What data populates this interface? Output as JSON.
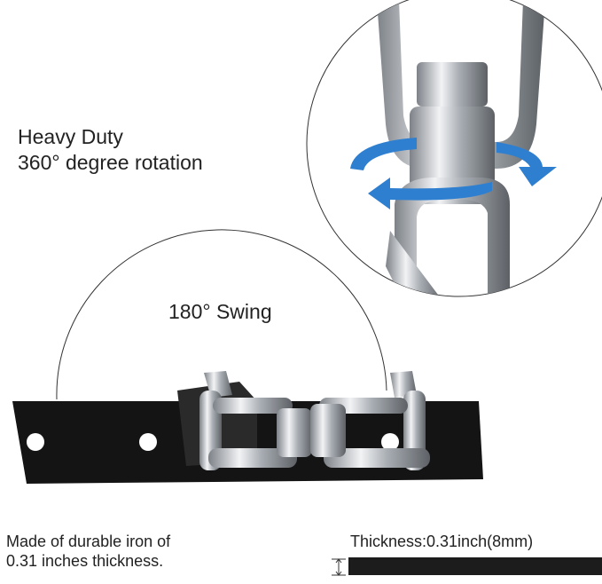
{
  "feature_rotation": {
    "line1": "Heavy Duty",
    "line2": "360° degree rotation"
  },
  "feature_swing": {
    "label": "180° Swing"
  },
  "material": {
    "line1": "Made of durable iron of",
    "line2": "0.31 inches thickness."
  },
  "thickness": {
    "label": "Thickness:0.31inch(8mm)"
  },
  "colors": {
    "plate": "#141414",
    "metal": "#c9ccd0",
    "arrow": "#2f7fd0"
  }
}
